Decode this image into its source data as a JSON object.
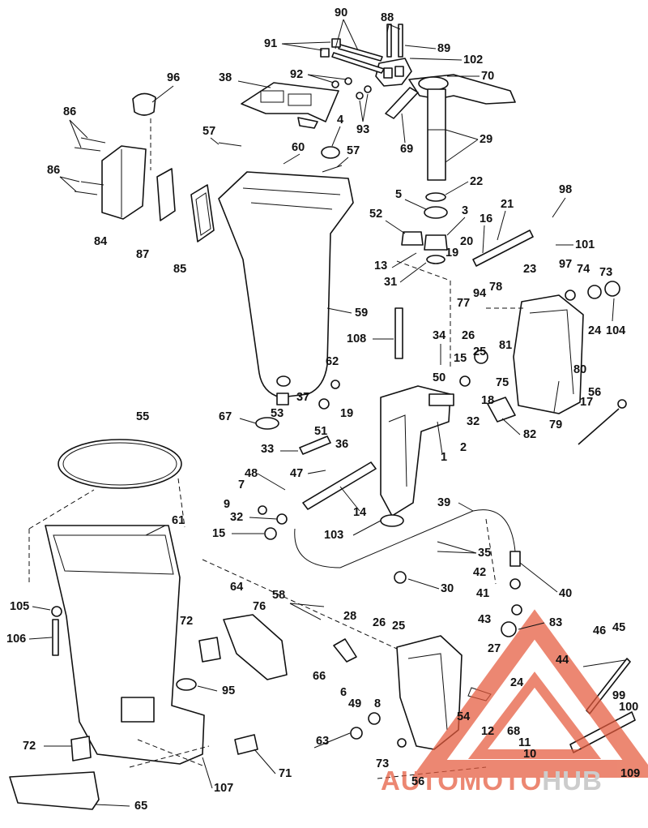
{
  "watermark": {
    "brand_primary": "AUTOMOTO",
    "brand_secondary": "HUB",
    "primary_color": "#e55a3c",
    "secondary_color": "#b9b9b9",
    "logo_icon": "triangle-logo-icon"
  },
  "callouts": [
    {
      "id": "90",
      "text": "90"
    },
    {
      "id": "88",
      "text": "88"
    },
    {
      "id": "91",
      "text": "91"
    },
    {
      "id": "89",
      "text": "89"
    },
    {
      "id": "102",
      "text": "102"
    },
    {
      "id": "70",
      "text": "70"
    },
    {
      "id": "96",
      "text": "96"
    },
    {
      "id": "38",
      "text": "38"
    },
    {
      "id": "92",
      "text": "92"
    },
    {
      "id": "86a",
      "text": "86"
    },
    {
      "id": "4",
      "text": "4"
    },
    {
      "id": "93",
      "text": "93"
    },
    {
      "id": "29",
      "text": "29"
    },
    {
      "id": "57a",
      "text": "57"
    },
    {
      "id": "60",
      "text": "60"
    },
    {
      "id": "69",
      "text": "69"
    },
    {
      "id": "57b",
      "text": "57"
    },
    {
      "id": "86b",
      "text": "86"
    },
    {
      "id": "22",
      "text": "22"
    },
    {
      "id": "5",
      "text": "5"
    },
    {
      "id": "98",
      "text": "98"
    },
    {
      "id": "21",
      "text": "21"
    },
    {
      "id": "3",
      "text": "3"
    },
    {
      "id": "52",
      "text": "52"
    },
    {
      "id": "16",
      "text": "16"
    },
    {
      "id": "84",
      "text": "84"
    },
    {
      "id": "87",
      "text": "87"
    },
    {
      "id": "85",
      "text": "85"
    },
    {
      "id": "20",
      "text": "20"
    },
    {
      "id": "101",
      "text": "101"
    },
    {
      "id": "13",
      "text": "13"
    },
    {
      "id": "19a",
      "text": "19"
    },
    {
      "id": "97",
      "text": "97"
    },
    {
      "id": "74",
      "text": "74"
    },
    {
      "id": "73a",
      "text": "73"
    },
    {
      "id": "23",
      "text": "23"
    },
    {
      "id": "31",
      "text": "31"
    },
    {
      "id": "78",
      "text": "78"
    },
    {
      "id": "94",
      "text": "94"
    },
    {
      "id": "104",
      "text": "104"
    },
    {
      "id": "77",
      "text": "77"
    },
    {
      "id": "59",
      "text": "59"
    },
    {
      "id": "26a",
      "text": "26"
    },
    {
      "id": "108",
      "text": "108"
    },
    {
      "id": "34",
      "text": "34"
    },
    {
      "id": "24a",
      "text": "24"
    },
    {
      "id": "81",
      "text": "81"
    },
    {
      "id": "25a",
      "text": "25"
    },
    {
      "id": "62",
      "text": "62"
    },
    {
      "id": "15a",
      "text": "15"
    },
    {
      "id": "80",
      "text": "80"
    },
    {
      "id": "50",
      "text": "50"
    },
    {
      "id": "75",
      "text": "75"
    },
    {
      "id": "56a",
      "text": "56"
    },
    {
      "id": "37",
      "text": "37"
    },
    {
      "id": "19b",
      "text": "19"
    },
    {
      "id": "18",
      "text": "18"
    },
    {
      "id": "17",
      "text": "17"
    },
    {
      "id": "67",
      "text": "67"
    },
    {
      "id": "53",
      "text": "53"
    },
    {
      "id": "32a",
      "text": "32"
    },
    {
      "id": "79",
      "text": "79"
    },
    {
      "id": "55",
      "text": "55"
    },
    {
      "id": "51",
      "text": "51"
    },
    {
      "id": "82",
      "text": "82"
    },
    {
      "id": "36",
      "text": "36"
    },
    {
      "id": "2",
      "text": "2"
    },
    {
      "id": "33",
      "text": "33"
    },
    {
      "id": "1",
      "text": "1"
    },
    {
      "id": "47",
      "text": "47"
    },
    {
      "id": "48",
      "text": "48"
    },
    {
      "id": "7",
      "text": "7"
    },
    {
      "id": "9",
      "text": "9"
    },
    {
      "id": "14",
      "text": "14"
    },
    {
      "id": "39",
      "text": "39"
    },
    {
      "id": "61",
      "text": "61"
    },
    {
      "id": "32b",
      "text": "32"
    },
    {
      "id": "15b",
      "text": "15"
    },
    {
      "id": "103",
      "text": "103"
    },
    {
      "id": "35",
      "text": "35"
    },
    {
      "id": "42",
      "text": "42"
    },
    {
      "id": "30",
      "text": "30"
    },
    {
      "id": "40",
      "text": "40"
    },
    {
      "id": "41",
      "text": "41"
    },
    {
      "id": "105",
      "text": "105"
    },
    {
      "id": "64",
      "text": "64"
    },
    {
      "id": "58",
      "text": "58"
    },
    {
      "id": "76",
      "text": "76"
    },
    {
      "id": "43",
      "text": "43"
    },
    {
      "id": "83",
      "text": "83"
    },
    {
      "id": "72a",
      "text": "72"
    },
    {
      "id": "106",
      "text": "106"
    },
    {
      "id": "28",
      "text": "28"
    },
    {
      "id": "26b",
      "text": "26"
    },
    {
      "id": "25b",
      "text": "25"
    },
    {
      "id": "46",
      "text": "46"
    },
    {
      "id": "45",
      "text": "45"
    },
    {
      "id": "27",
      "text": "27"
    },
    {
      "id": "66",
      "text": "66"
    },
    {
      "id": "44",
      "text": "44"
    },
    {
      "id": "95",
      "text": "95"
    },
    {
      "id": "6",
      "text": "6"
    },
    {
      "id": "49",
      "text": "49"
    },
    {
      "id": "8",
      "text": "8"
    },
    {
      "id": "24b",
      "text": "24"
    },
    {
      "id": "99",
      "text": "99"
    },
    {
      "id": "100",
      "text": "100"
    },
    {
      "id": "54",
      "text": "54"
    },
    {
      "id": "68",
      "text": "68"
    },
    {
      "id": "12",
      "text": "12"
    },
    {
      "id": "63",
      "text": "63"
    },
    {
      "id": "11",
      "text": "11"
    },
    {
      "id": "72b",
      "text": "72"
    },
    {
      "id": "10",
      "text": "10"
    },
    {
      "id": "73b",
      "text": "73"
    },
    {
      "id": "71",
      "text": "71"
    },
    {
      "id": "56b",
      "text": "56"
    },
    {
      "id": "109",
      "text": "109"
    },
    {
      "id": "107",
      "text": "107"
    },
    {
      "id": "65",
      "text": "65"
    }
  ]
}
